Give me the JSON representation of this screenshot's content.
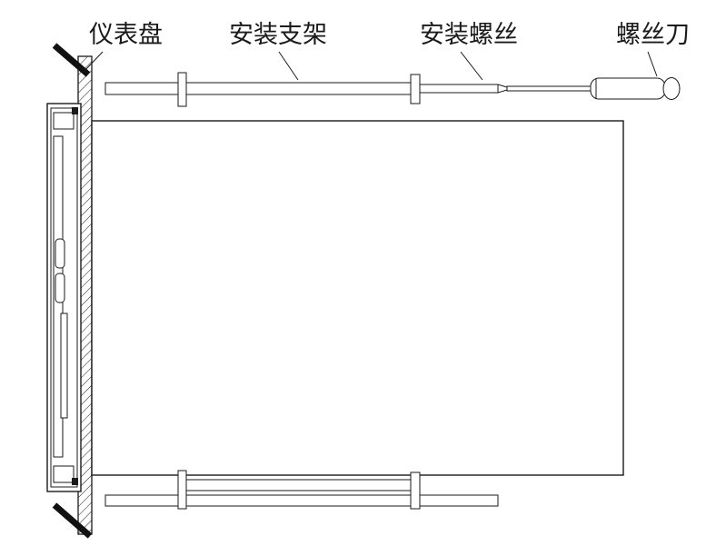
{
  "diagram": {
    "type": "technical-illustration",
    "subject": "panel-mount instrument installation side view",
    "labels": {
      "panel": "仪表盘",
      "bracket": "安装支架",
      "screw": "安装螺丝",
      "screwdriver": "螺丝刀"
    },
    "colors": {
      "line": "#1a1a1a",
      "background": "#ffffff"
    }
  }
}
